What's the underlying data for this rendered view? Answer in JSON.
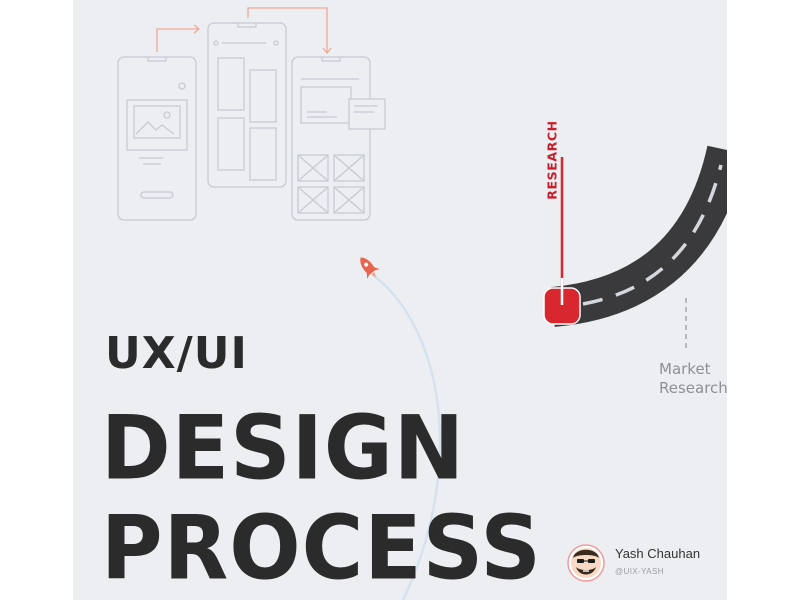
{
  "title": {
    "line1": "UX/UI",
    "line2": "DESIGN",
    "line3": "PROCESS"
  },
  "stage": {
    "label": "RESEARCH",
    "description": "Market\nResearch"
  },
  "author": {
    "name": "Yash Chauhan",
    "handle": "@UIX-YASH"
  },
  "colors": {
    "background": "#eceef1",
    "accent_red": "#d8272f",
    "road": "#3a3a3c",
    "title_text": "#2b2b2b",
    "wireframe": "#bfc6cc",
    "wireframe_arrow": "#f0a08d",
    "rocket_trail": "#cfe0f0",
    "rocket": "#e8644e"
  }
}
